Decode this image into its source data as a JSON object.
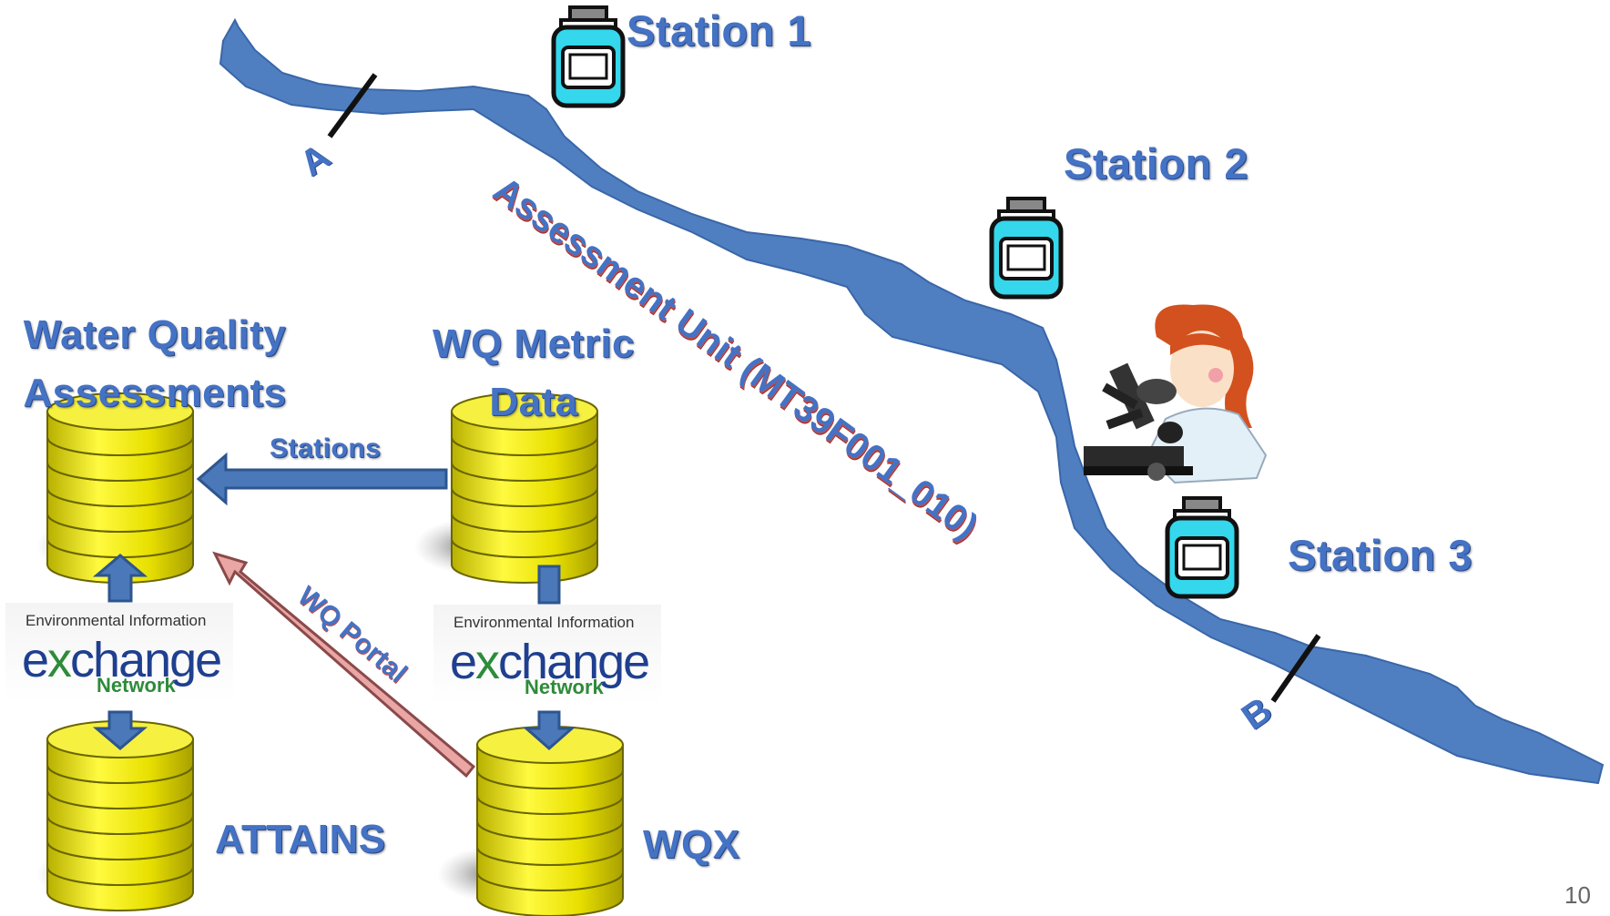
{
  "stations": [
    "Station 1",
    "Station 2",
    "Station 3"
  ],
  "markers": {
    "a": "A",
    "b": "B"
  },
  "assessment_unit": "Assessment Unit (MT39F001_010)",
  "databases": {
    "wq_assessments": [
      "Water Quality",
      "Assessments"
    ],
    "wq_metric": [
      "WQ Metric",
      "Data"
    ],
    "attains": "ATTAINS",
    "wqx": "WQX"
  },
  "links": {
    "stations": "Stations",
    "wq_portal": "WQ Portal"
  },
  "exchange_network": {
    "top": "Environmental Information",
    "word_a": "e",
    "word_x": "x",
    "word_rest": "change",
    "bottom": "Network"
  },
  "page_number": "10",
  "colors": {
    "river": "#4f7fc0",
    "db_yellow": "#e8e000",
    "arrow_blue": "#4a78b8",
    "portal_arrow": "#e8a8a8"
  }
}
